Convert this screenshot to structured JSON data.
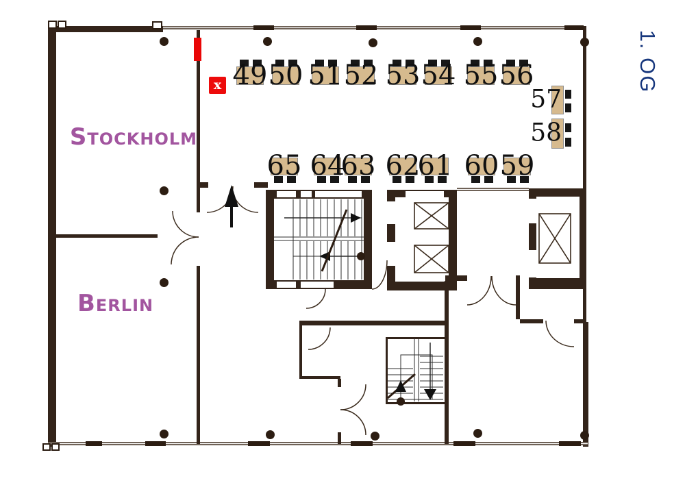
{
  "floor_label": "1. OG",
  "rooms": [
    {
      "name": "Stockholm"
    },
    {
      "name": "Berlin"
    }
  ],
  "marker": {
    "label": "x"
  },
  "desks": [
    {
      "label": "49"
    },
    {
      "label": "50"
    },
    {
      "label": "51"
    },
    {
      "label": "52"
    },
    {
      "label": "53"
    },
    {
      "label": "54"
    },
    {
      "label": "55"
    },
    {
      "label": "56"
    },
    {
      "label": "57"
    },
    {
      "label": "58"
    },
    {
      "label": "59"
    },
    {
      "label": "60"
    },
    {
      "label": "61"
    },
    {
      "label": "62"
    },
    {
      "label": "63"
    },
    {
      "label": "64"
    },
    {
      "label": "65"
    }
  ],
  "colors": {
    "wall": "#33241a",
    "desk": "#d6ba8e",
    "accent_red": "#e90606",
    "room_label": "#a2559f",
    "floor_label": "#17377d"
  }
}
